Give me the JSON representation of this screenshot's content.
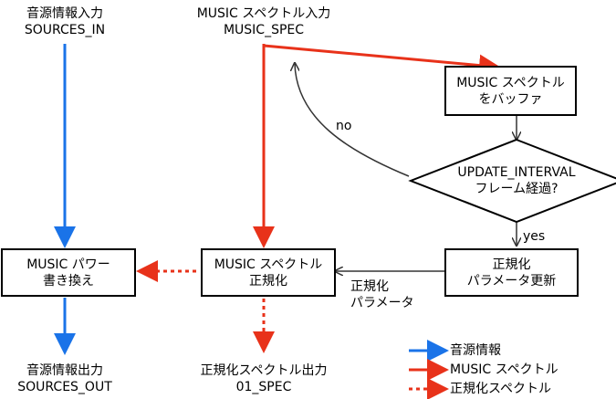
{
  "inputs": {
    "sources_in": {
      "line1": "音源情報入力",
      "line2": "SOURCES_IN"
    },
    "music_spec": {
      "line1": "MUSIC スペクトル入力",
      "line2": "MUSIC_SPEC"
    }
  },
  "boxes": {
    "buffer": {
      "line1": "MUSIC スペクトル",
      "line2": "をバッファ"
    },
    "decision": {
      "line1": "UPDATE_INTERVAL",
      "line2": "フレーム経過?"
    },
    "param_update": {
      "line1": "正規化",
      "line2": "パラメータ更新"
    },
    "normalize": {
      "line1": "MUSIC スペクトル",
      "line2": "正規化"
    },
    "power_rewrite": {
      "line1": "MUSIC パワー",
      "line2": "書き換え"
    }
  },
  "edge_labels": {
    "no": "no",
    "yes": "yes",
    "param_line1": "正規化",
    "param_line2": "パラメータ"
  },
  "outputs": {
    "sources_out": {
      "line1": "音源情報出力",
      "line2": "SOURCES_OUT"
    },
    "spec_out": {
      "line1": "正規化スペクトル出力",
      "line2": "01_SPEC"
    }
  },
  "legend": [
    {
      "label": "音源情報",
      "color": "#1a73e8",
      "style": "solid"
    },
    {
      "label": "MUSIC スペクトル",
      "color": "#e8321a",
      "style": "solid"
    },
    {
      "label": "正規化スペクトル",
      "color": "#e8321a",
      "style": "dotted"
    }
  ],
  "colors": {
    "blue": "#1a73e8",
    "red": "#e8321a",
    "black": "#333333"
  }
}
